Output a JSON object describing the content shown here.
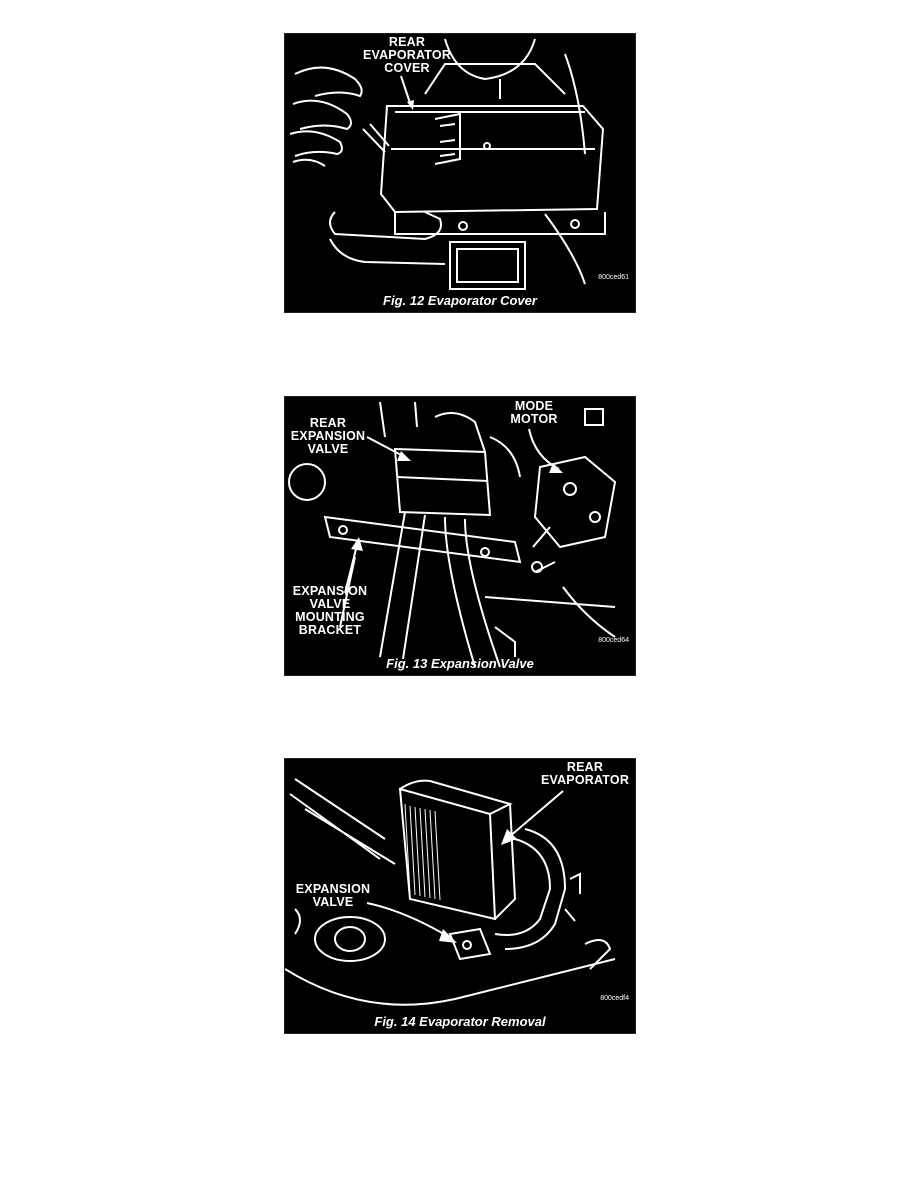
{
  "figures": [
    {
      "caption": "Fig. 12 Evaporator Cover",
      "code": "800ced61",
      "labels": [
        "REAR\nEVAPORATOR\nCOVER"
      ]
    },
    {
      "caption": "Fig. 13 Expansion Valve",
      "code": "800ced64",
      "labels": [
        "REAR\nEXPANSION\nVALVE",
        "MODE\nMOTOR",
        "EXPANSION\nVALVE\nMOUNTING\nBRACKET"
      ]
    },
    {
      "caption": "Fig. 14 Evaporator Removal",
      "code": "800cedf4",
      "labels": [
        "REAR\nEVAPORATOR",
        "EXPANSION\nVALVE"
      ]
    }
  ]
}
